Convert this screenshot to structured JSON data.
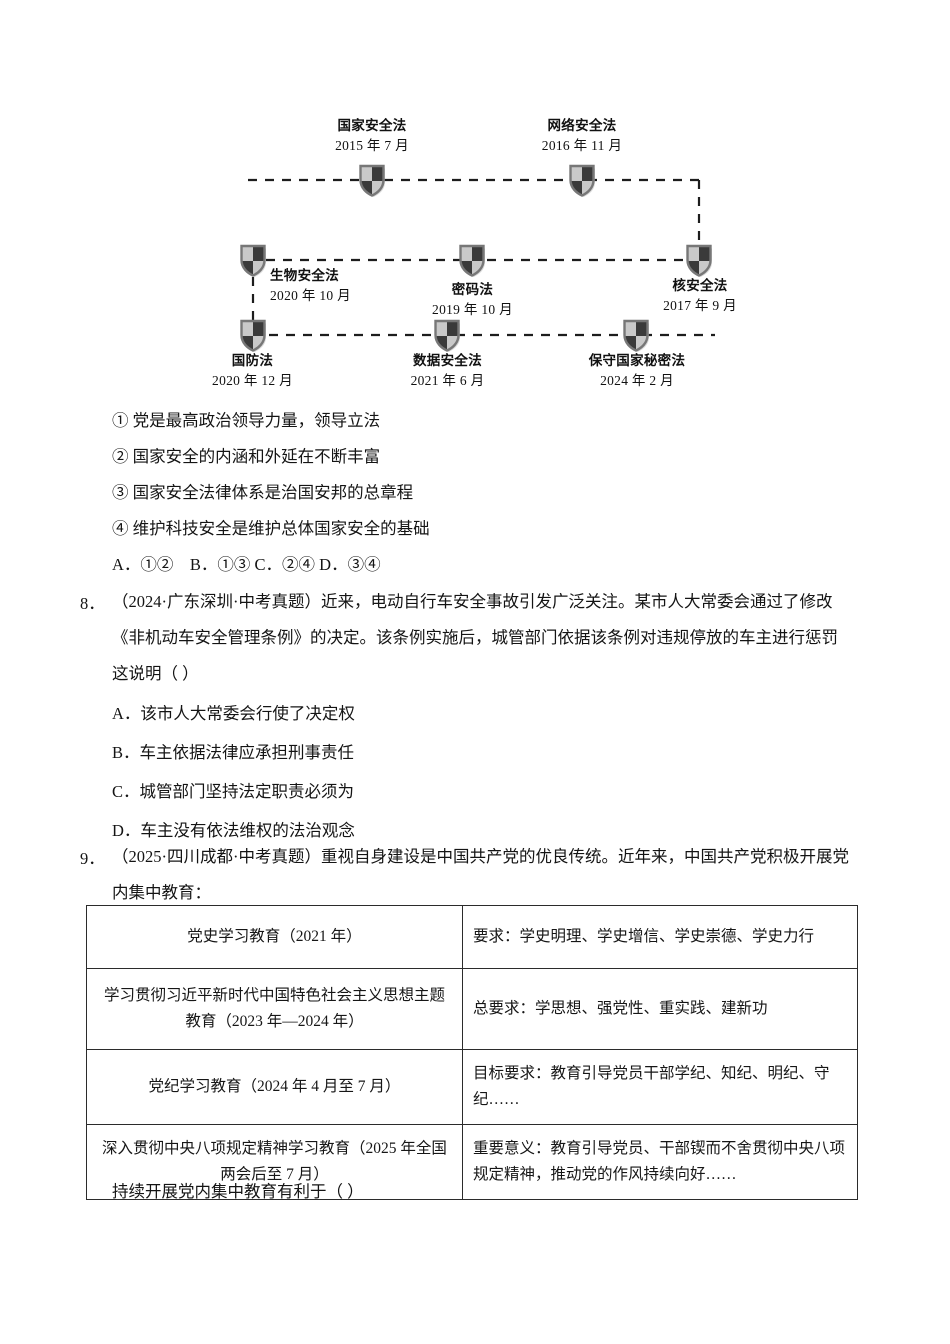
{
  "diagram": {
    "name": "national-security-law-timeline",
    "nodes": [
      {
        "title": "国家安全法",
        "date": "2015 年 7 月",
        "row": "top",
        "col": 1
      },
      {
        "title": "网络安全法",
        "date": "2016 年 11 月",
        "row": "top",
        "col": 2
      },
      {
        "title": "核安全法",
        "date": "2017 年 9 月",
        "row": "middle",
        "col": 3
      },
      {
        "title": "密码法",
        "date": "2019 年 10 月",
        "row": "middle",
        "col": 2
      },
      {
        "title": "生物安全法",
        "date": "2020 年 10 月",
        "row": "middle",
        "col": 1
      },
      {
        "title": "国防法",
        "date": "2020 年 12 月",
        "row": "bottom",
        "col": 1
      },
      {
        "title": "数据安全法",
        "date": "2021 年 6 月",
        "row": "bottom",
        "col": 2
      },
      {
        "title": "保守国家秘密法",
        "date": "2024 年 2 月",
        "row": "bottom",
        "col": 3
      }
    ],
    "icon": "shield-icon"
  },
  "question7": {
    "statements": [
      "① 党是最高政治领导力量，领导立法",
      "② 国家安全的内涵和外延在不断丰富",
      "③ 国家安全法律体系是治国安邦的总章程",
      "④ 维护科技安全是维护总体国家安全的基础"
    ],
    "choices_line": "A．①②　B．①③ C．②④ D．③④"
  },
  "question8": {
    "number": "8．",
    "source": "（2024·广东深圳·中考真题）",
    "body_line1": "（2024·广东深圳·中考真题）近来，电动自行车安全事故引发广泛关注。某市人大常委会通过了修改",
    "body_line2": "《非机动车安全管理条例》的决定。该条例实施后，城管部门依据该条例对违规停放的车主进行惩罚",
    "body_line3": "这说明（  ）",
    "options": [
      "A．该市人大常委会行使了决定权",
      "B．车主依据法律应承担刑事责任",
      "C．城管部门坚持法定职责必须为",
      "D．车主没有依法维权的法治观念"
    ]
  },
  "question9": {
    "number": "9．",
    "body_line1": "（2025·四川成都·中考真题）重视自身建设是中国共产党的优良传统。近年来，中国共产党积极开展党",
    "body_line2": "内集中教育：",
    "table": {
      "rows": [
        {
          "left": "党史学习教育（2021 年）",
          "right": "要求：学史明理、学史增信、学史崇德、学史力行"
        },
        {
          "left": "学习贯彻习近平新时代中国特色社会主义思想主题教育（2023 年—2024 年）",
          "right": "总要求：学思想、强党性、重实践、建新功"
        },
        {
          "left": "党纪学习教育（2024 年 4 月至 7 月）",
          "right": "目标要求：教育引导党员干部学纪、知纪、明纪、守纪……"
        },
        {
          "left": "深入贯彻中央八项规定精神学习教育（2025 年全国两会后至 7 月）",
          "right": "重要意义：教育引导党员、干部锲而不舍贯彻中央八项规定精神，推动党的作风持续向好……"
        }
      ]
    },
    "closing_line": "持续开展党内集中教育有利于（  ）"
  },
  "colors": {
    "text": "#141414",
    "table_border": "#2b2b2b",
    "dashed_line": "#1d1d1d",
    "shield_light": "#c9c9c9",
    "shield_dark": "#3a3a3a"
  }
}
